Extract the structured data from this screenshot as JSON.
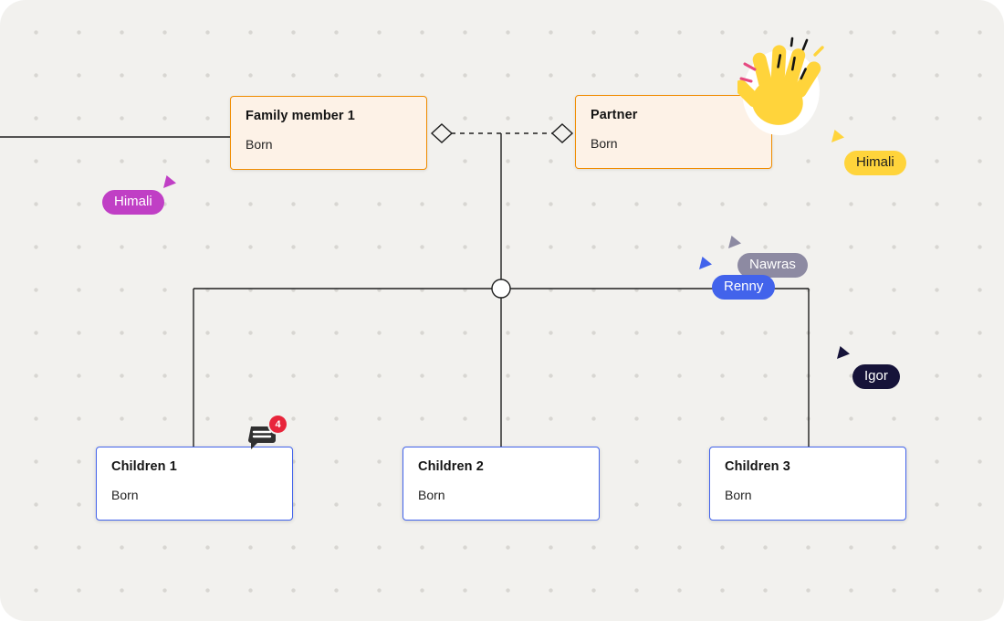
{
  "canvas": {
    "background": "#f2f1ee",
    "dot_color": "#d8d6d2"
  },
  "nodes": {
    "family_member": {
      "title": "Family member 1",
      "subtitle": "Born"
    },
    "partner": {
      "title": "Partner",
      "subtitle": "Born"
    },
    "child1": {
      "title": "Children 1",
      "subtitle": "Born"
    },
    "child2": {
      "title": "Children 2",
      "subtitle": "Born"
    },
    "child3": {
      "title": "Children 3",
      "subtitle": "Born"
    }
  },
  "comment": {
    "count": "4"
  },
  "cursors": {
    "himali_purple": {
      "name": "Himali",
      "color": "#c03fc5"
    },
    "himali_yellow": {
      "name": "Himali",
      "color": "#ffd43b"
    },
    "nawras": {
      "name": "Nawras",
      "color": "#8d8aa2"
    },
    "renny": {
      "name": "Renny",
      "color": "#4263eb"
    },
    "igor": {
      "name": "Igor",
      "color": "#161339"
    }
  },
  "node_colors": {
    "parent_border": "#f08c00",
    "parent_background": "#fdf2e7",
    "child_border": "#4263eb",
    "child_background": "#ffffff",
    "connector": "#1f1f1f",
    "comment_badge": "#e8253b"
  }
}
